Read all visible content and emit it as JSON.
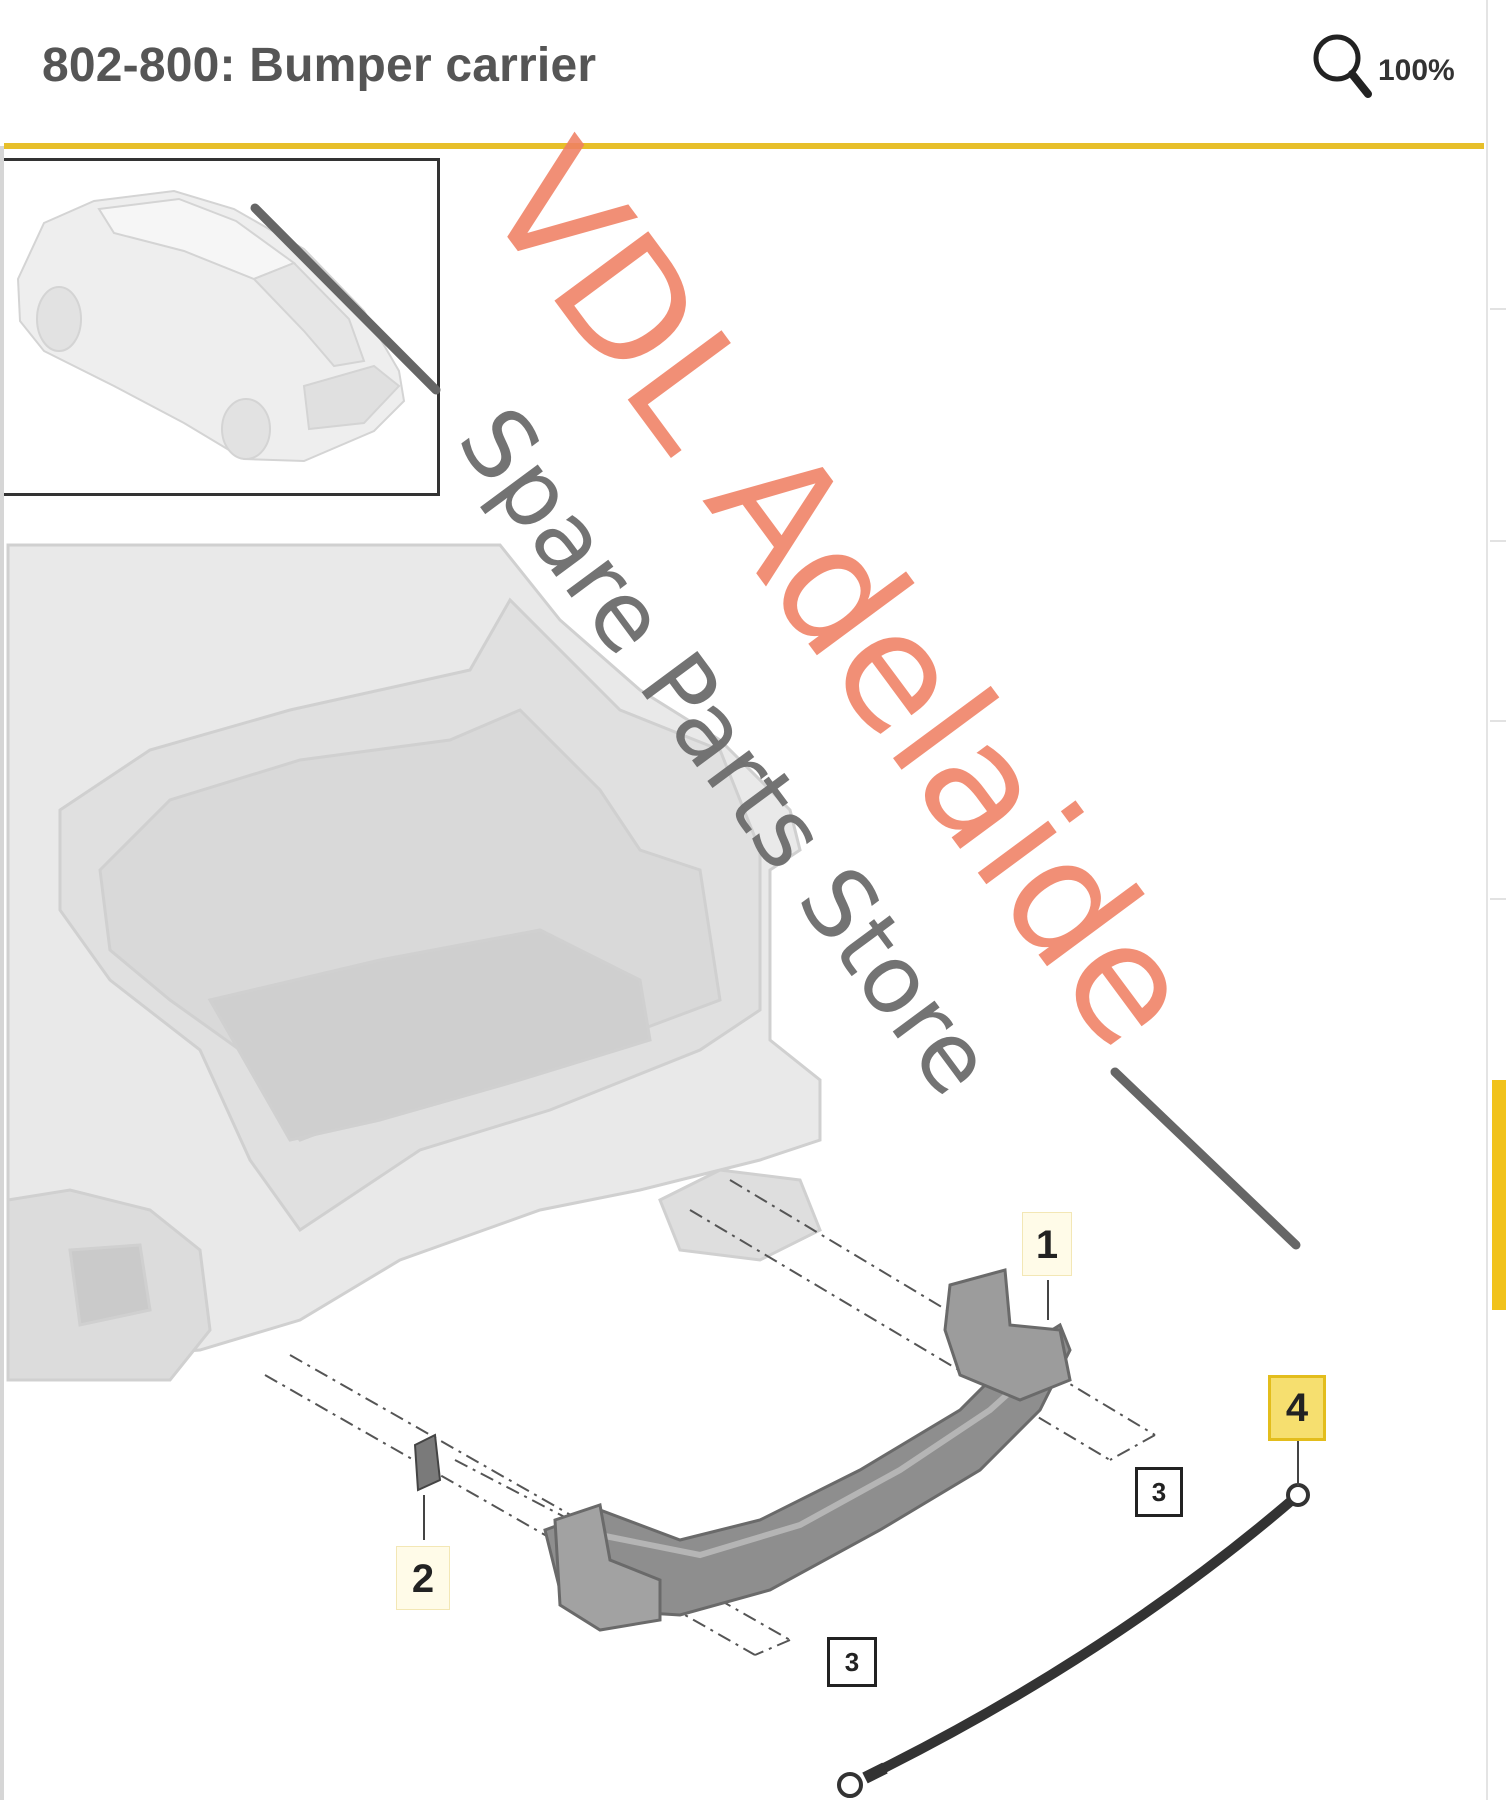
{
  "header": {
    "title": "802-800: Bumper carrier",
    "zoom_level": "100%",
    "accent_color": "#e7bf2a"
  },
  "thumbnail": {
    "icon": "car-overview-icon"
  },
  "watermark": {
    "line1": "VDL Adelaide",
    "line2": "Spare Parts Store",
    "line1_color": "#ef7f63",
    "line2_color": "#6b6b6b"
  },
  "callouts": [
    {
      "label": "1",
      "state": "plain"
    },
    {
      "label": "2",
      "state": "plain"
    },
    {
      "label": "3",
      "state": "boxed"
    },
    {
      "label": "3",
      "state": "boxed"
    },
    {
      "label": "4",
      "state": "selected"
    }
  ],
  "scrollbar": {
    "thumb_color": "#f1c21b"
  }
}
